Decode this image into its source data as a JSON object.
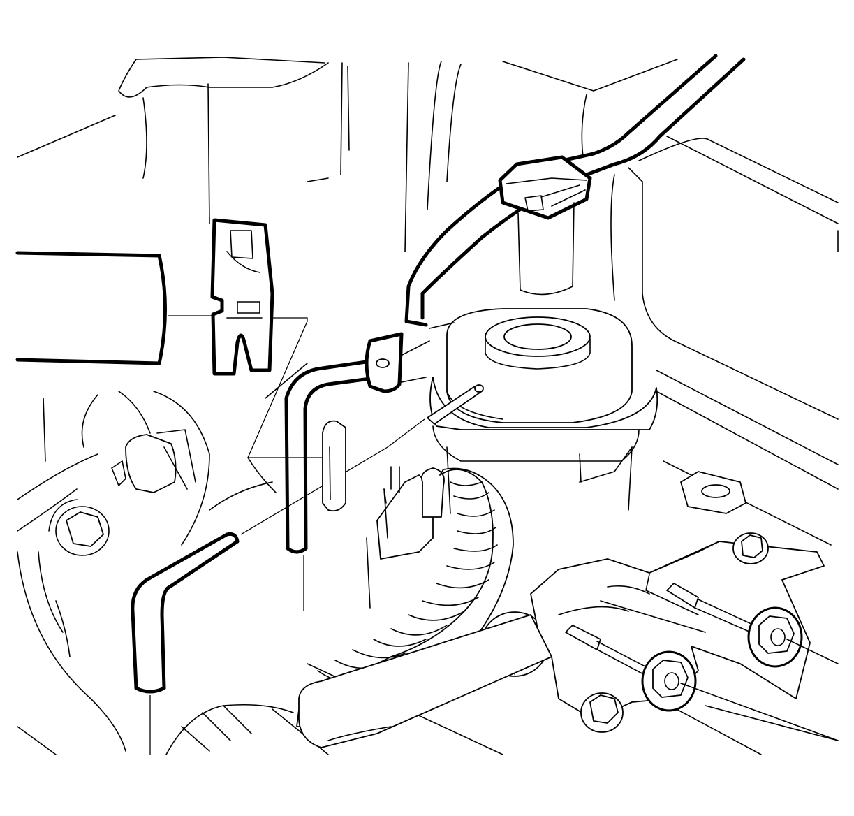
{
  "figure": {
    "background": "#ffffff",
    "line_color": "#000000",
    "parts": [
      "vacuum-hose-closeup",
      "hose-clip-closeup",
      "elbow-hose-upper",
      "elbow-hose-lower",
      "egr-valve",
      "wiring-harness-clip",
      "exhaust-pipe-flange",
      "flange-nut-left",
      "flange-nut-right",
      "mounting-bolt"
    ]
  }
}
